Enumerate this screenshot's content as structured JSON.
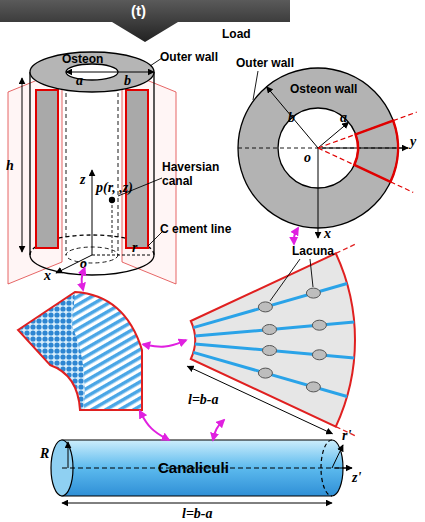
{
  "diagram": {
    "nodes": [
      {
        "text": [
          "(t)"
        ]
      },
      {
        "text": [
          "Osteon"
        ]
      },
      {
        "text": [
          "Osteon wall"
        ]
      },
      {
        "text": []
      },
      {
        "text": [
          "Lacuna"
        ]
      },
      {
        "text": [
          "Canaliculi"
        ]
      }
    ],
    "edges": [
      {
        "from": 1,
        "to": 3,
        "arrow": "both"
      },
      {
        "from": 2,
        "to": 4,
        "arrow": "both"
      },
      {
        "from": 3,
        "to": 4,
        "arrow": "both"
      },
      {
        "from": 3,
        "to": 5,
        "arrow": "both"
      },
      {
        "from": 4,
        "to": 5,
        "arrow": "both"
      }
    ],
    "labels": [
      "Load",
      "Outer wall",
      "a",
      "b",
      "Haversian canal",
      "h",
      "z",
      "p(r, ,z)",
      "o",
      "x",
      "r",
      "C ement line",
      "Outer wall",
      "b",
      "a",
      "o",
      "y",
      "x",
      "l=b-a",
      "R",
      "r'",
      "z'",
      "l=b-a"
    ]
  }
}
